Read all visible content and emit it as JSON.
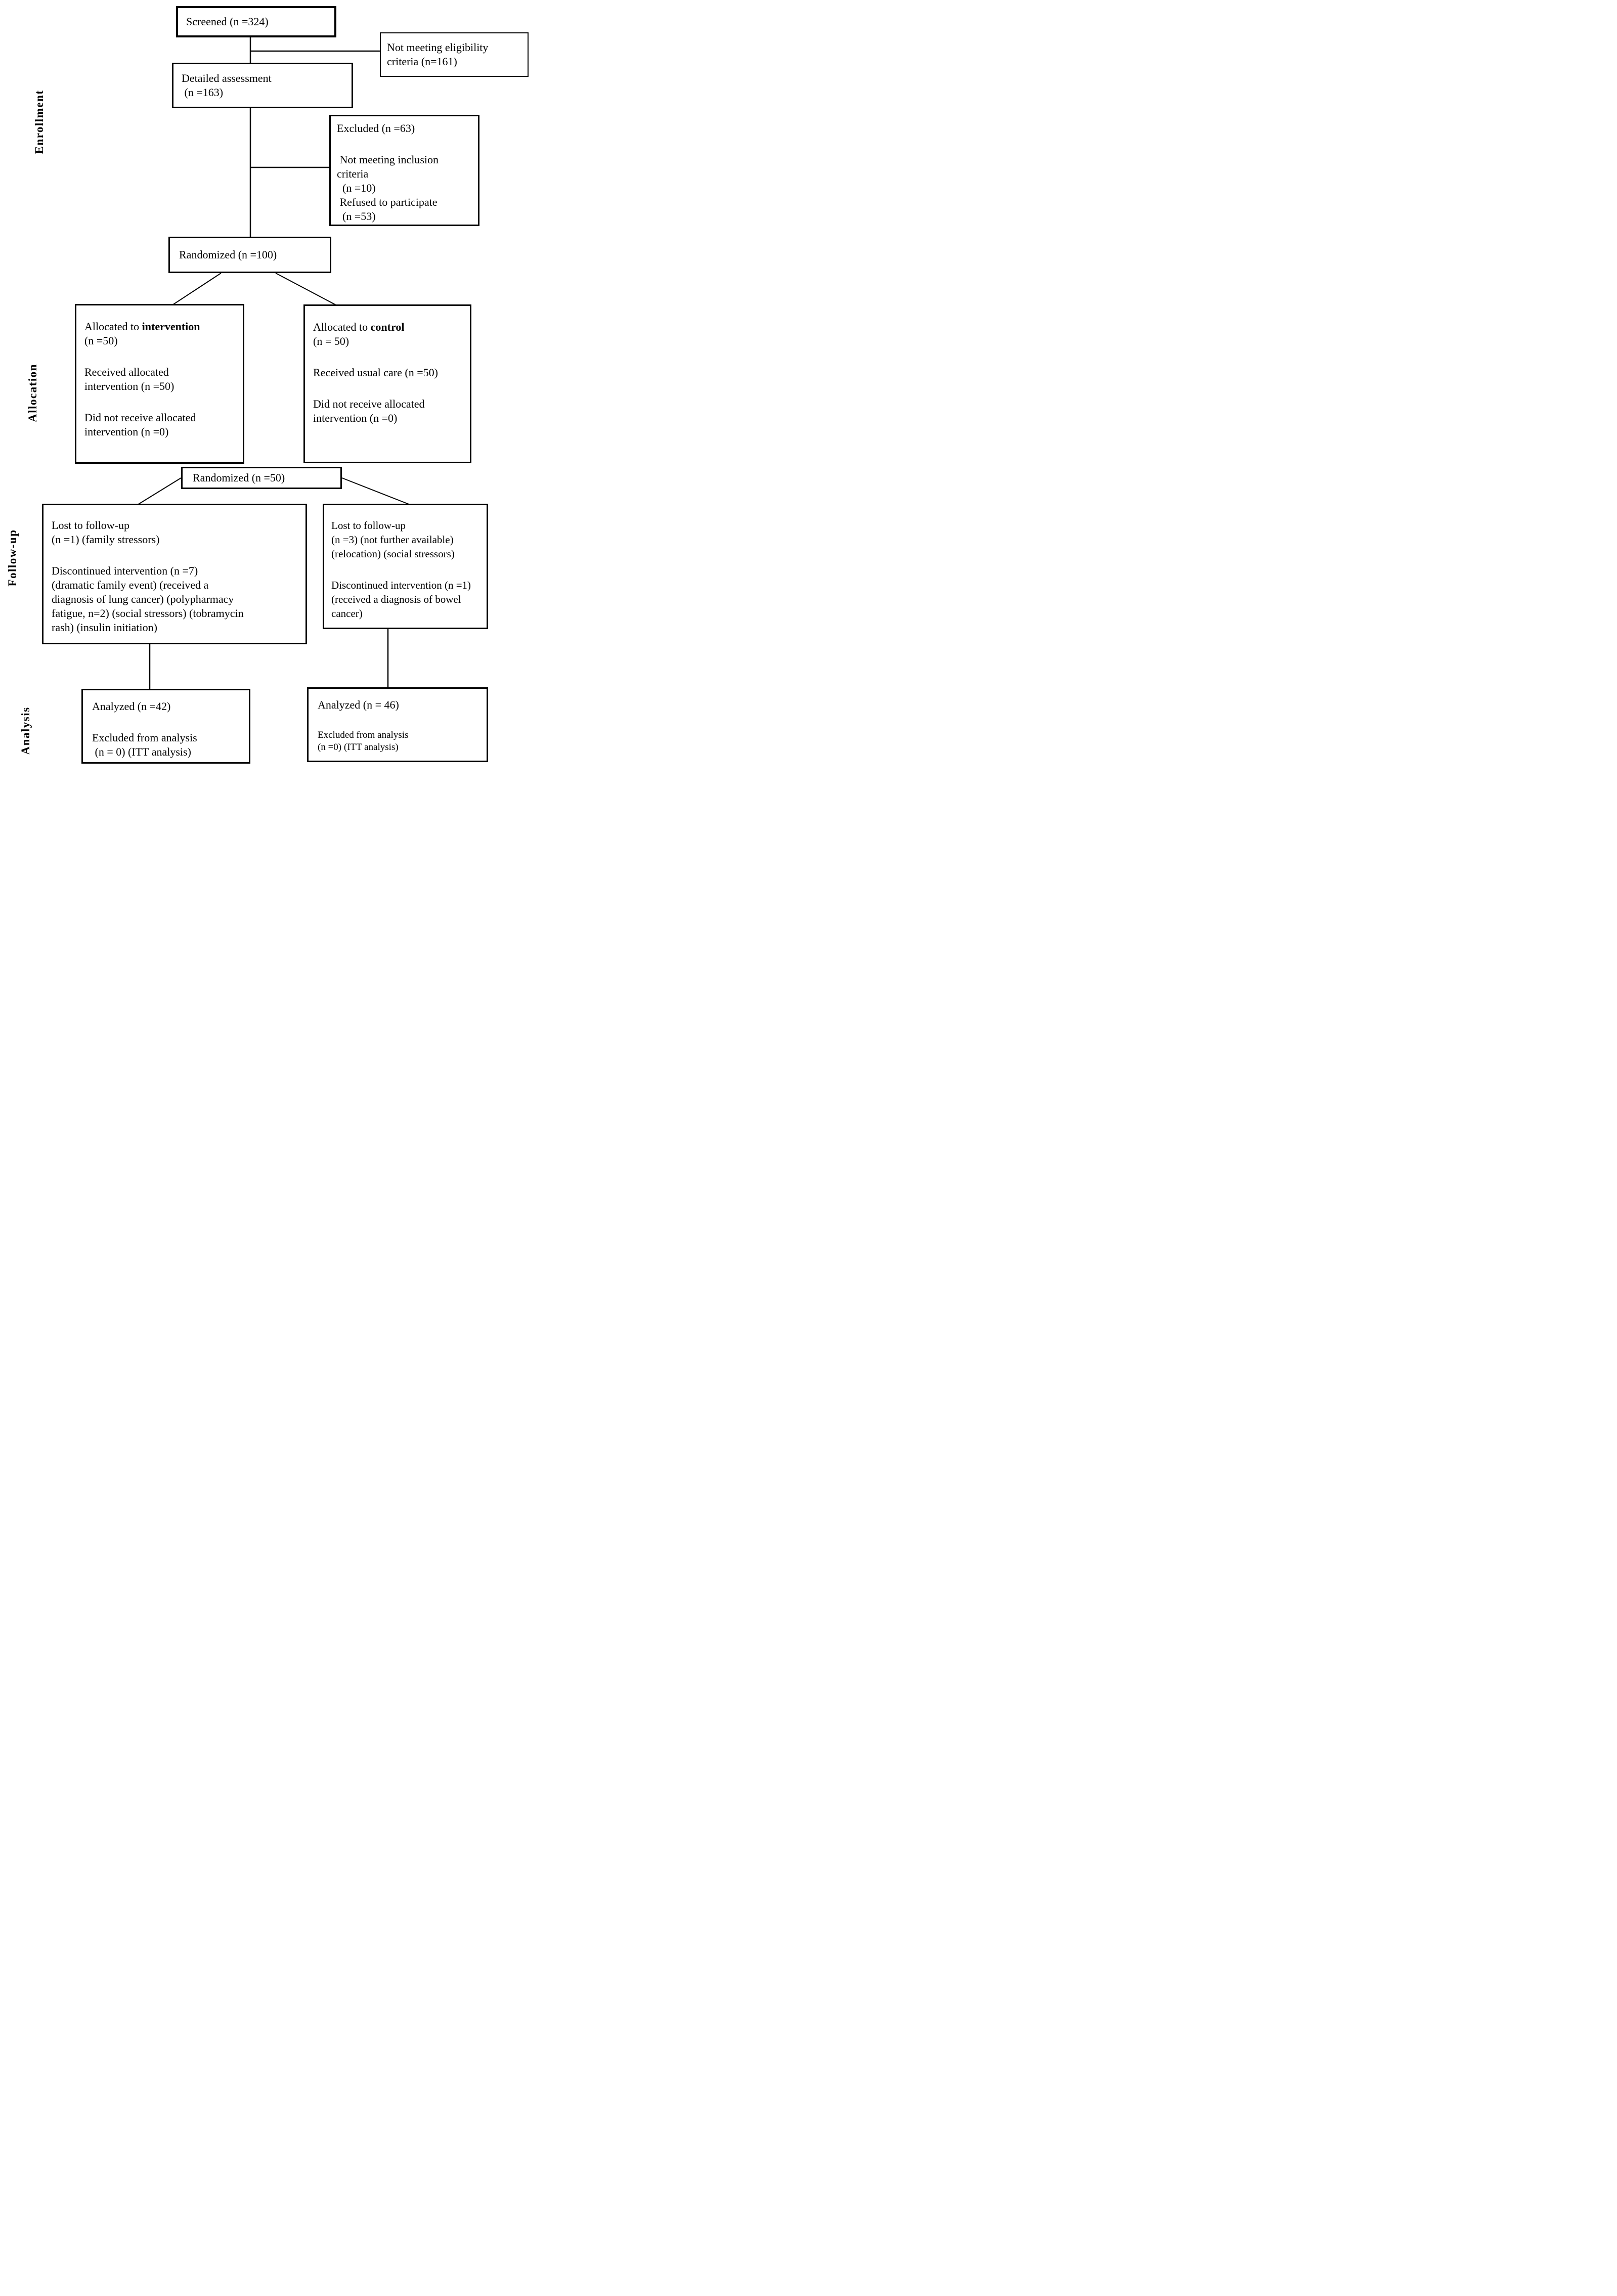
{
  "figure": {
    "background": "#ffffff",
    "line_color": "#000000",
    "stages": [
      {
        "id": "enrollment",
        "label": "Enrollment"
      },
      {
        "id": "allocation",
        "label": "Allocation"
      },
      {
        "id": "followup",
        "label": "Follow-up"
      },
      {
        "id": "analysis",
        "label": "Analysis"
      }
    ],
    "boxes": {
      "screened": {
        "lines": [
          "Screened (n =324)"
        ]
      },
      "not_meeting_eligibility": {
        "lines": [
          "Not meeting eligibility",
          "criteria (n=161)"
        ]
      },
      "detailed_assessment": {
        "lines": [
          "Detailed assessment",
          " (n =163)"
        ]
      },
      "excluded": {
        "lines": [
          "Excluded (n =63)",
          "",
          " Not meeting inclusion",
          "criteria",
          "  (n =10)",
          " Refused to participate",
          "  (n =53)"
        ]
      },
      "randomized_100": {
        "lines": [
          "Randomized (n =100)"
        ]
      },
      "allocated_intervention": {
        "title_prefix": "Allocated to ",
        "title_bold": "intervention",
        "lines": [
          "(n =50)",
          "",
          "Received allocated",
          "intervention (n =50)",
          "",
          "Did not receive allocated",
          "intervention (n =0)"
        ]
      },
      "allocated_control": {
        "title_prefix": "Allocated to ",
        "title_bold": "control",
        "lines": [
          "(n = 50)",
          "",
          "Received usual care (n =50)",
          "",
          "Did not receive allocated",
          "intervention (n =0)"
        ]
      },
      "randomized_50": {
        "lines": [
          "Randomized (n =50)"
        ]
      },
      "lost_followup_intervention": {
        "lines": [
          "Lost to follow-up",
          "(n =1) (family stressors)",
          "",
          "Discontinued intervention (n =7)",
          "(dramatic family event) (received a",
          "diagnosis of lung cancer) (polypharmacy",
          "fatigue, n=2) (social stressors) (tobramycin",
          "rash) (insulin initiation)"
        ]
      },
      "lost_followup_control": {
        "lines": [
          "Lost to follow-up",
          "(n =3) (not further available)",
          "(relocation) (social stressors)",
          "",
          "Discontinued intervention (n =1)",
          "(received a diagnosis of bowel",
          "cancer)"
        ]
      },
      "analyzed_intervention": {
        "lines": [
          "Analyzed (n =42)",
          "",
          "Excluded from analysis",
          " (n = 0) (ITT analysis)"
        ]
      },
      "analyzed_control": {
        "lines": [
          "Analyzed (n = 46)",
          "",
          "Excluded from analysis",
          "(n =0) (ITT analysis)"
        ]
      }
    }
  }
}
